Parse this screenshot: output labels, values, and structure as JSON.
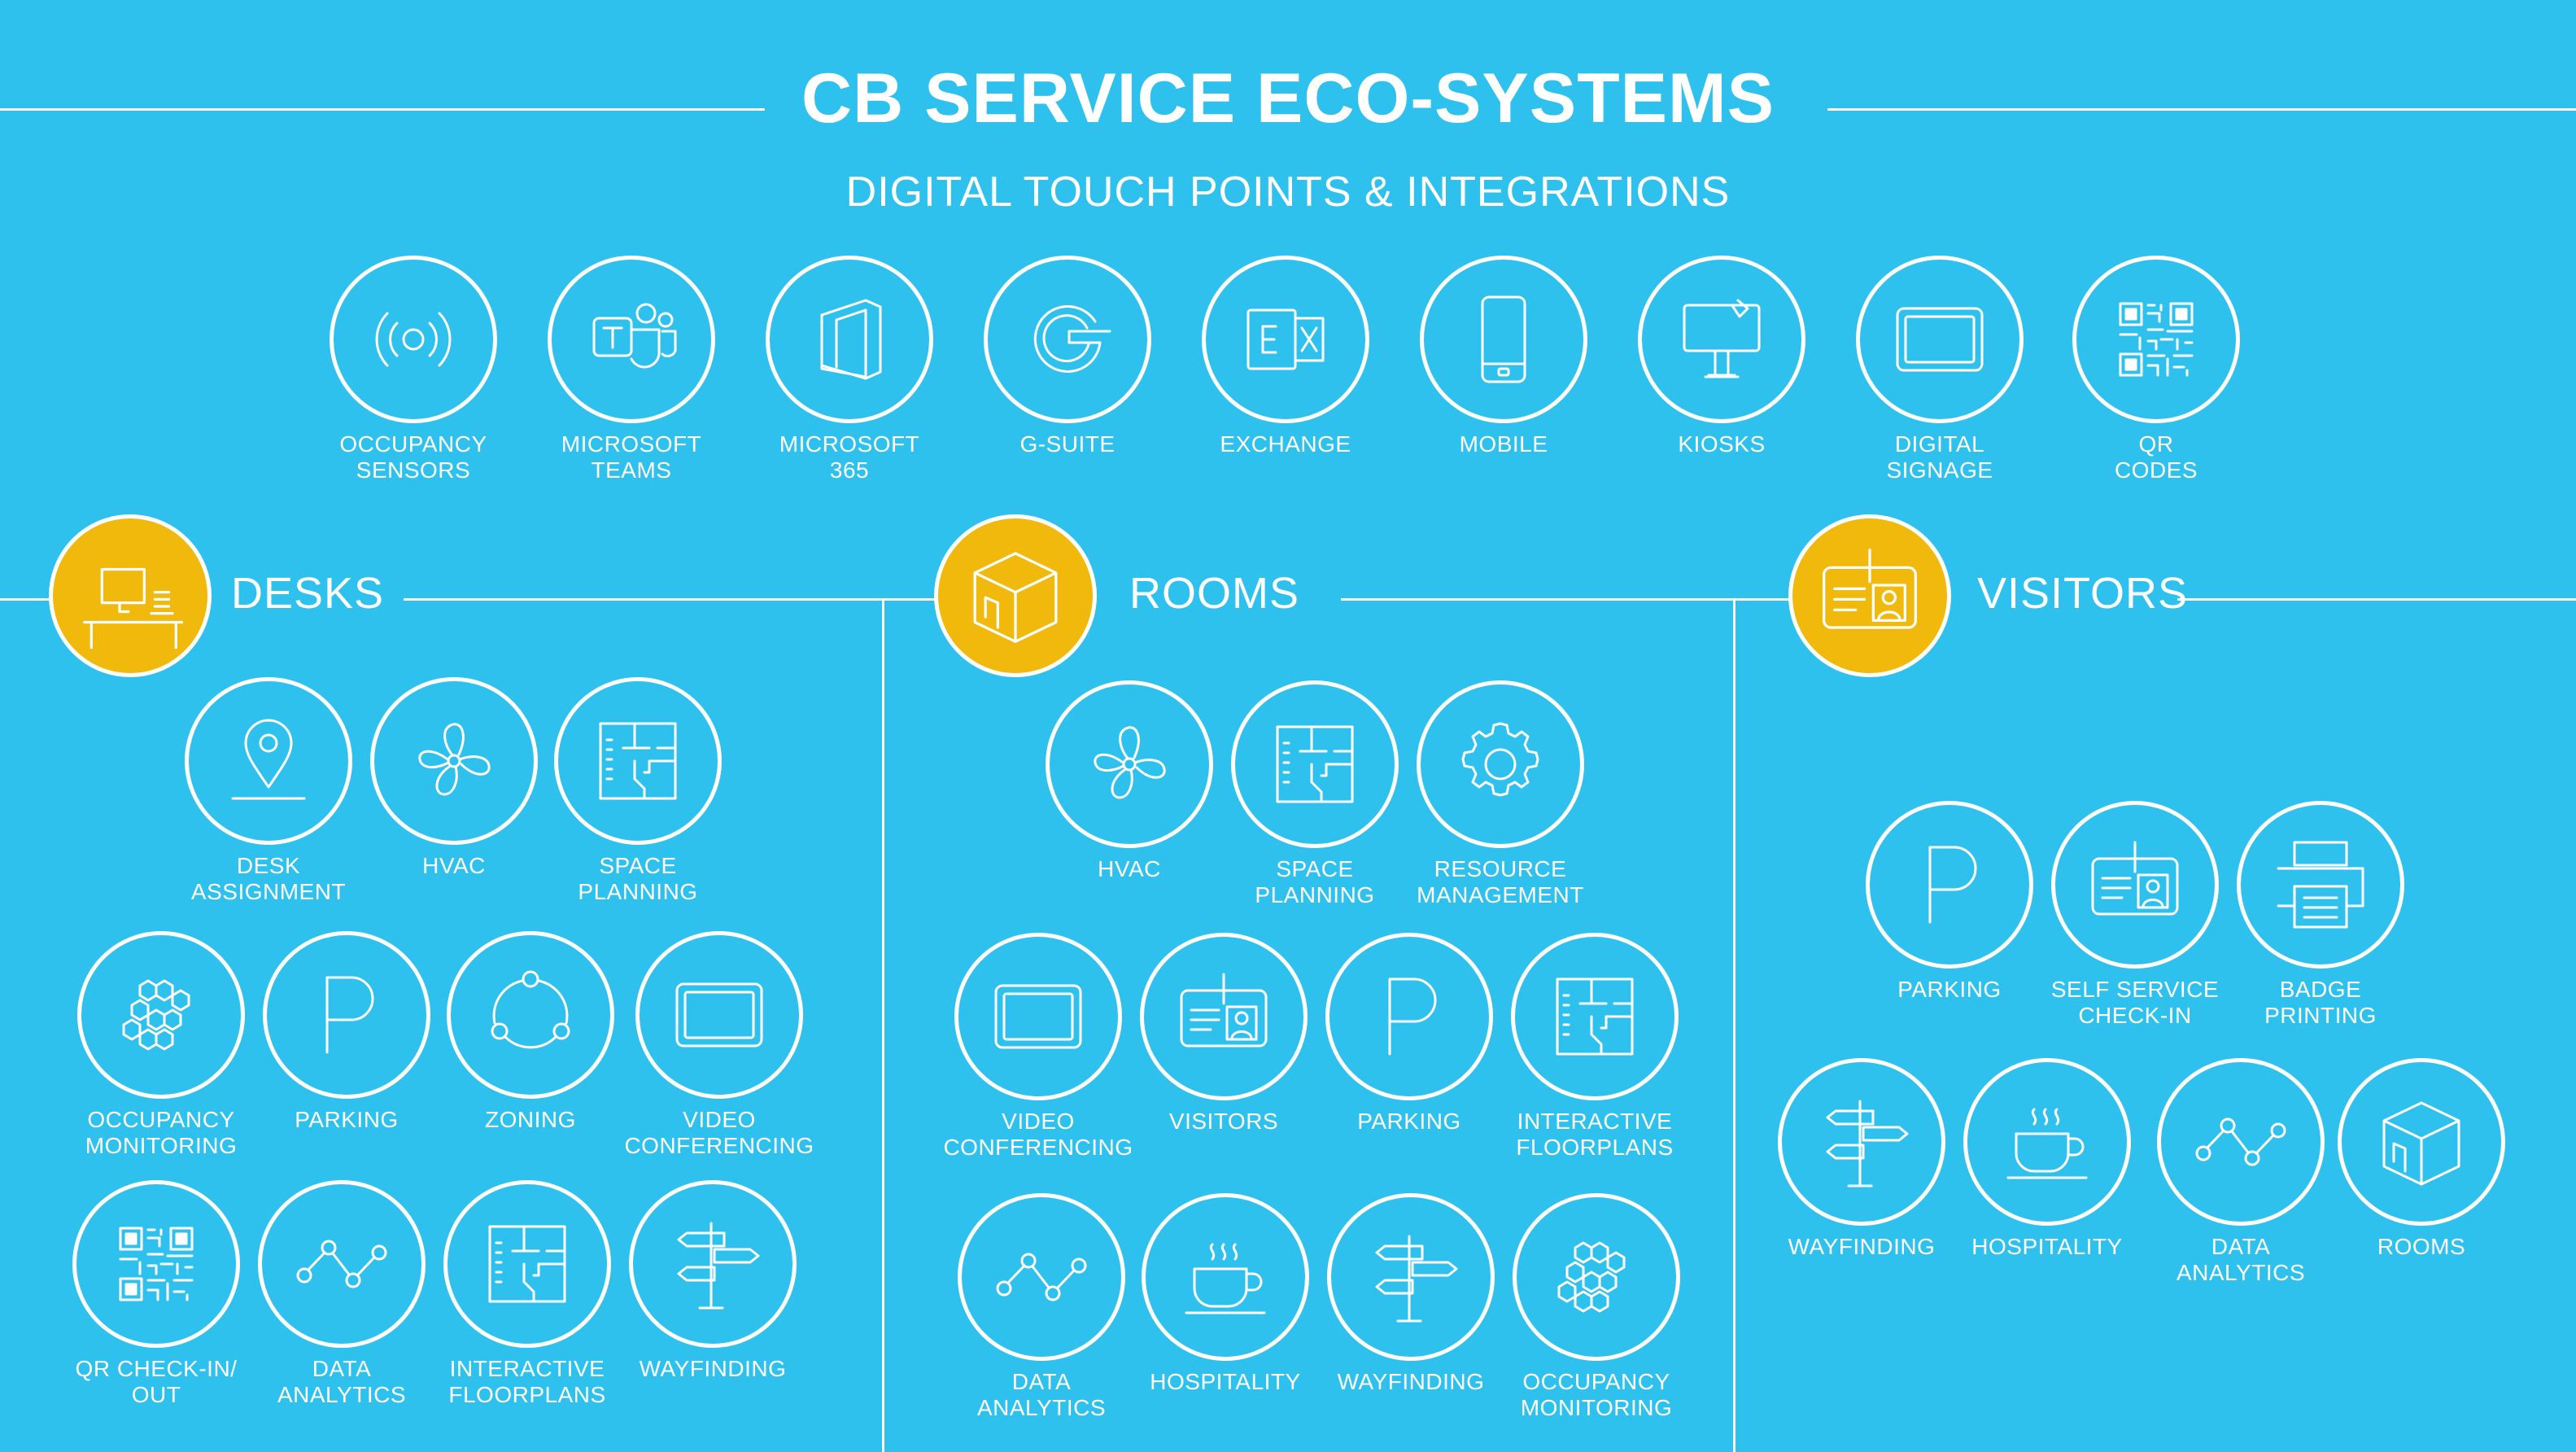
{
  "header": {
    "title": "CB SERVICE ECO-SYSTEMS",
    "subtitle": "DIGITAL TOUCH POINTS & INTEGRATIONS"
  },
  "integrations": [
    {
      "label": "OCCUPANCY\nSENSORS",
      "icon": "occupancy-sensor-icon"
    },
    {
      "label": "MICROSOFT\nTEAMS",
      "icon": "teams-icon"
    },
    {
      "label": "MICROSOFT\n365",
      "icon": "office-icon"
    },
    {
      "label": "G-SUITE",
      "icon": "g-icon"
    },
    {
      "label": "EXCHANGE",
      "icon": "exchange-icon"
    },
    {
      "label": "MOBILE",
      "icon": "mobile-icon"
    },
    {
      "label": "KIOSKS",
      "icon": "kiosk-icon"
    },
    {
      "label": "DIGITAL\nSIGNAGE",
      "icon": "screen-icon"
    },
    {
      "label": "QR\nCODES",
      "icon": "qr-icon"
    }
  ],
  "sections": {
    "desks": {
      "title": "DESKS",
      "icon": "desk-icon",
      "items": [
        {
          "label": "DESK\nASSIGNMENT",
          "icon": "location-pin-icon"
        },
        {
          "label": "HVAC",
          "icon": "fan-icon"
        },
        {
          "label": "SPACE\nPLANNING",
          "icon": "floorplan-icon"
        },
        {
          "label": "OCCUPANCY\nMONITORING",
          "icon": "hexagons-icon"
        },
        {
          "label": "PARKING",
          "icon": "parking-icon"
        },
        {
          "label": "ZONING",
          "icon": "zoning-icon"
        },
        {
          "label": "VIDEO\nCONFERENCING",
          "icon": "screen-icon"
        },
        {
          "label": "QR CHECK-IN/\nOUT",
          "icon": "qr-icon"
        },
        {
          "label": "DATA\nANALYTICS",
          "icon": "analytics-icon"
        },
        {
          "label": "INTERACTIVE\nFLOORPLANS",
          "icon": "floorplan-icon"
        },
        {
          "label": "WAYFINDING",
          "icon": "signpost-icon"
        }
      ]
    },
    "rooms": {
      "title": "ROOMS",
      "icon": "room-cube-icon",
      "items": [
        {
          "label": "HVAC",
          "icon": "fan-icon"
        },
        {
          "label": "SPACE\nPLANNING",
          "icon": "floorplan-icon"
        },
        {
          "label": "RESOURCE\nMANAGEMENT",
          "icon": "gear-icon"
        },
        {
          "label": "VIDEO\nCONFERENCING",
          "icon": "screen-icon"
        },
        {
          "label": "VISITORS",
          "icon": "id-card-icon"
        },
        {
          "label": "PARKING",
          "icon": "parking-icon"
        },
        {
          "label": "INTERACTIVE\nFLOORPLANS",
          "icon": "floorplan-icon"
        },
        {
          "label": "DATA\nANALYTICS",
          "icon": "analytics-icon"
        },
        {
          "label": "HOSPITALITY",
          "icon": "coffee-icon"
        },
        {
          "label": "WAYFINDING",
          "icon": "signpost-icon"
        },
        {
          "label": "OCCUPANCY\nMONITORING",
          "icon": "hexagons-icon"
        }
      ]
    },
    "visitors": {
      "title": "VISITORS",
      "icon": "id-card-icon",
      "items": [
        {
          "label": "PARKING",
          "icon": "parking-icon"
        },
        {
          "label": "SELF SERVICE\nCHECK-IN",
          "icon": "id-card-icon"
        },
        {
          "label": "BADGE\nPRINTING",
          "icon": "printer-icon"
        },
        {
          "label": "WAYFINDING",
          "icon": "signpost-icon"
        },
        {
          "label": "HOSPITALITY",
          "icon": "coffee-icon"
        },
        {
          "label": "DATA\nANALYTICS",
          "icon": "analytics-icon"
        },
        {
          "label": "ROOMS",
          "icon": "room-cube-icon"
        }
      ]
    }
  }
}
